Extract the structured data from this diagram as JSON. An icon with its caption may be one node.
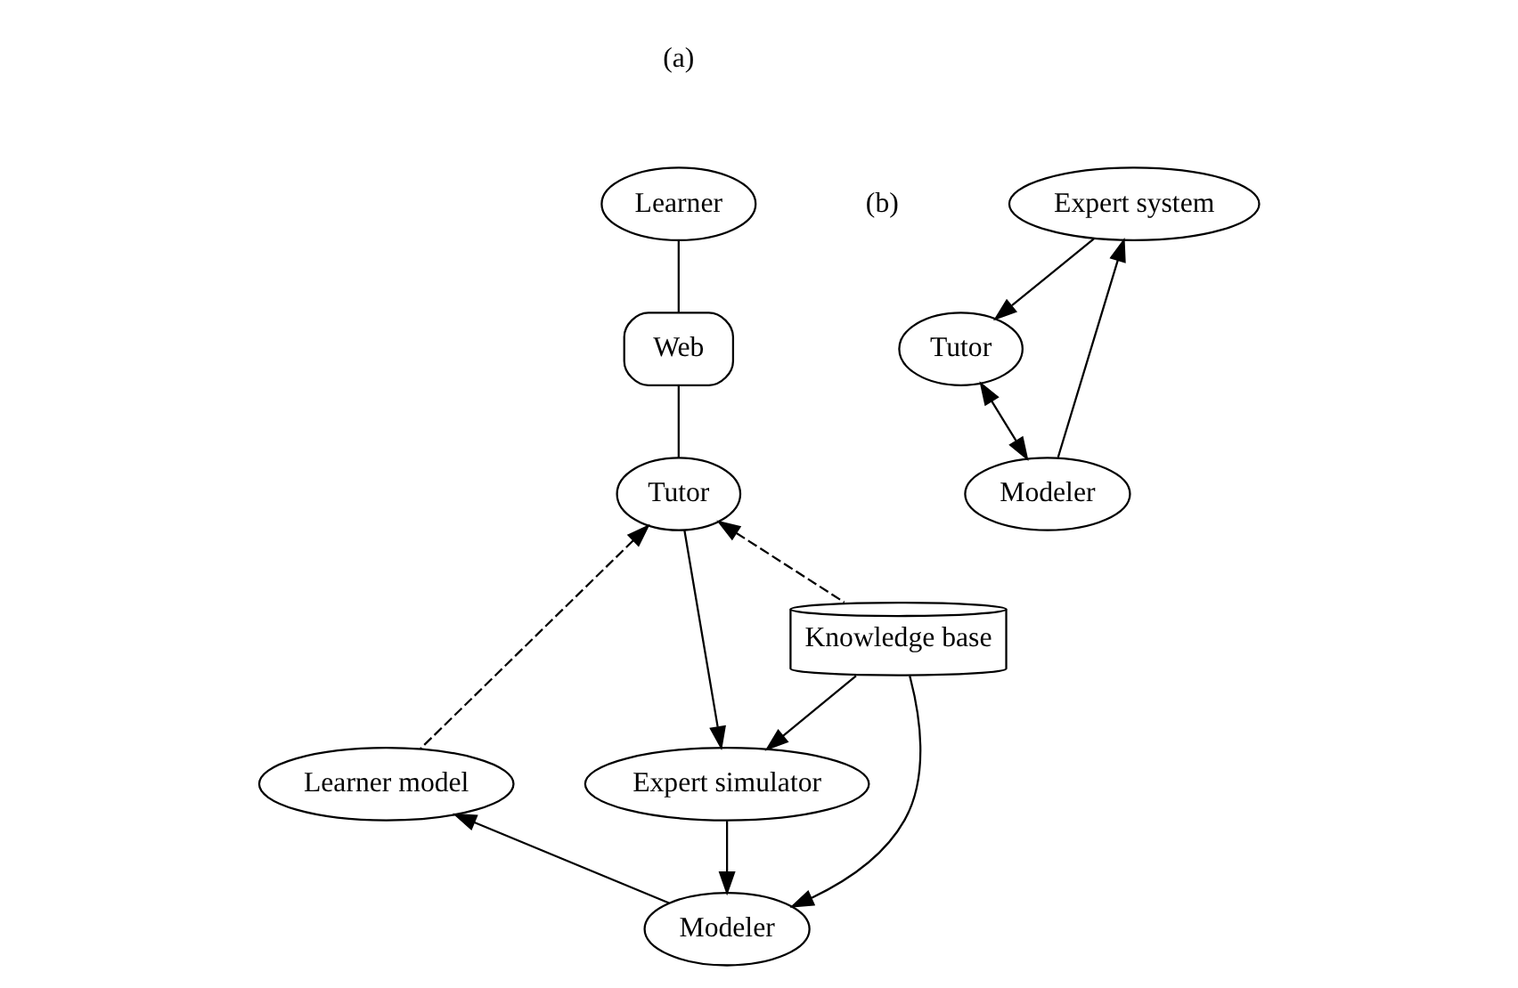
{
  "diagram": {
    "nodes": [
      {
        "text": [
          "Learner"
        ]
      },
      {
        "text": [
          "Web"
        ]
      },
      {
        "text": [
          "Tutor"
        ]
      },
      {
        "text": [
          "Expert simulator"
        ]
      },
      {
        "text": [
          "Learner model"
        ]
      },
      {
        "text": [
          "Knowledge base"
        ]
      },
      {
        "text": [
          "Modeler"
        ]
      },
      {
        "text": [
          "Tutor"
        ]
      },
      {
        "text": [
          "Expert system"
        ]
      },
      {
        "text": [
          "Modeler"
        ]
      }
    ],
    "edges": [
      {
        "from": 0,
        "to": 1,
        "arrow": "none"
      },
      {
        "from": 1,
        "to": 2,
        "arrow": "none"
      },
      {
        "from": 2,
        "to": 3,
        "arrow": "to"
      },
      {
        "from": 5,
        "to": 2,
        "arrow": "to",
        "style": "dashed"
      },
      {
        "from": 4,
        "to": 2,
        "arrow": "to",
        "style": "dashed"
      },
      {
        "from": 5,
        "to": 3,
        "arrow": "to"
      },
      {
        "from": 5,
        "to": 6,
        "arrow": "to"
      },
      {
        "from": 3,
        "to": 6,
        "arrow": "to"
      },
      {
        "from": 6,
        "to": 4,
        "arrow": "to"
      },
      {
        "from": 8,
        "to": 7,
        "arrow": "to"
      },
      {
        "from": 7,
        "to": 9,
        "arrow": "both"
      },
      {
        "from": 9,
        "to": 8,
        "arrow": "to"
      }
    ],
    "labels": [
      "(a)",
      "(b)"
    ]
  }
}
